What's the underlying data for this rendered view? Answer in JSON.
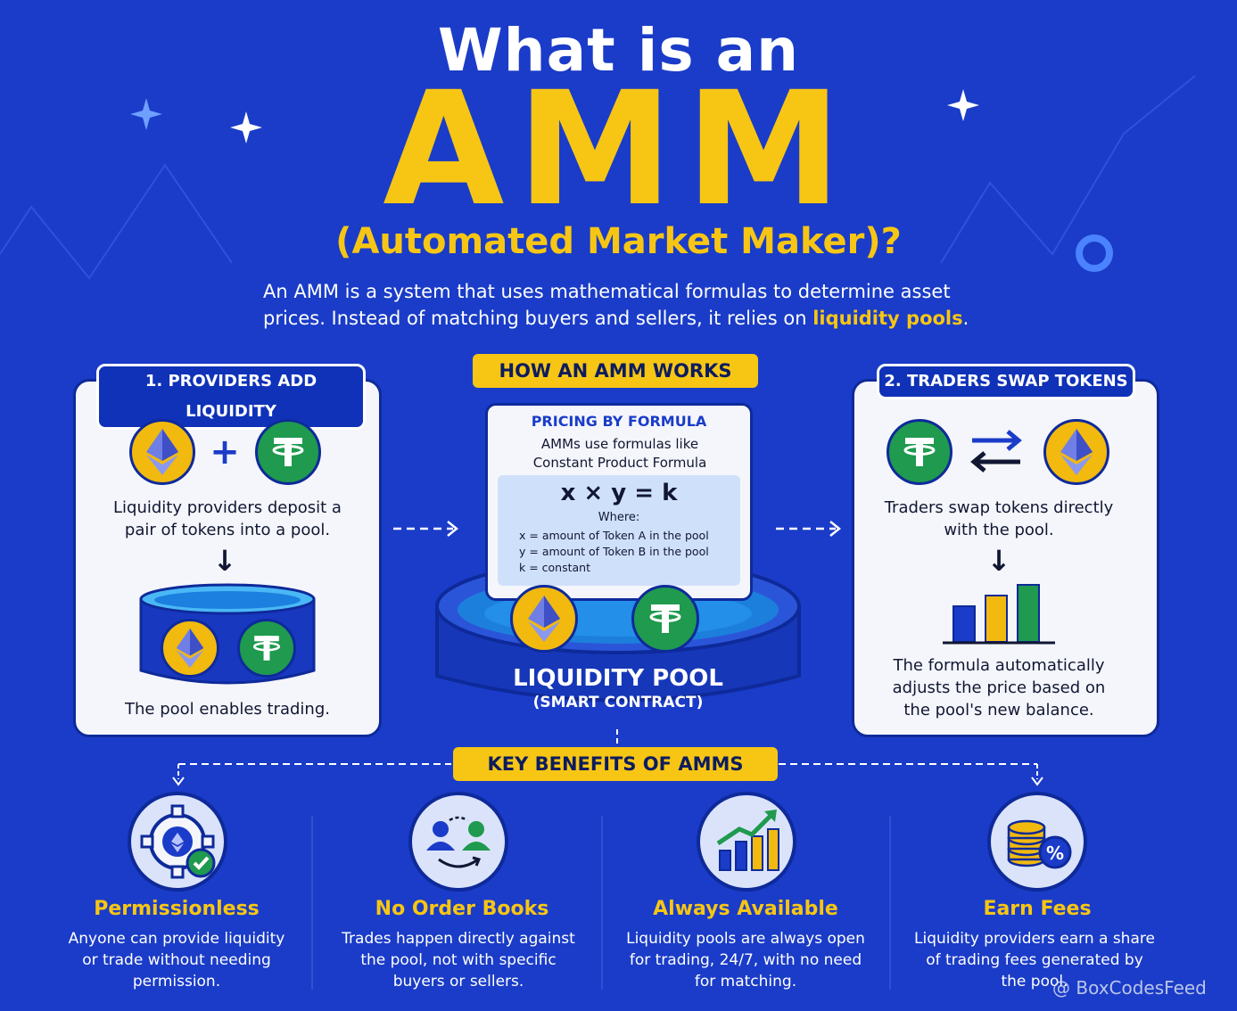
{
  "header": {
    "title_top": "What is an",
    "title_main": "AMM",
    "title_sub": "(Automated Market Maker)?",
    "intro_before": "An AMM is a system that uses mathematical formulas to determine asset prices. Instead of matching buyers and sellers, it relies on ",
    "intro_highlight": "liquidity pools",
    "intro_after": "."
  },
  "providers": {
    "tag": "1. PROVIDERS ADD LIQUIDITY",
    "plus": "+",
    "text": "Liquidity providers deposit a pair of tokens into a pool.",
    "arrow": "↓",
    "footer": "The pool enables trading."
  },
  "how": {
    "tag": "HOW AN AMM WORKS",
    "pricing_title": "PRICING BY FORMULA",
    "pricing_text": "AMMs use formulas like Constant Product Formula",
    "formula": "x × y = k",
    "where": "Where:",
    "def_x": "x = amount of Token A in the pool",
    "def_y": "y = amount of Token B in the pool",
    "def_k": "k = constant",
    "pool_title": "LIQUIDITY POOL",
    "pool_sub": "(SMART CONTRACT)"
  },
  "traders": {
    "tag": "2. TRADERS SWAP TOKENS",
    "text": "Traders swap tokens directly with the pool.",
    "arrow": "↓",
    "footer": "The formula automatically adjusts the price based on the pool's new balance."
  },
  "benefits": {
    "tag": "KEY BENEFITS OF AMMS",
    "items": [
      {
        "title": "Permissionless",
        "desc": "Anyone can provide liquidity or trade without needing permission.",
        "icon": "gear-check-icon"
      },
      {
        "title": "No Order Books",
        "desc": "Trades happen directly against the pool, not with specific buyers or sellers.",
        "icon": "users-swap-icon"
      },
      {
        "title": "Always Available",
        "desc": "Liquidity pools are always open for trading, 24/7, with no need for matching.",
        "icon": "chart-up-icon"
      },
      {
        "title": "Earn Fees",
        "desc": "Liquidity providers earn a share of trading fees generated by the pool.",
        "icon": "coins-percent-icon"
      }
    ]
  },
  "watermark": "@ BoxCodesFeed",
  "colors": {
    "background": "#1a3cc8",
    "accent": "#f7c614",
    "green": "#1f9a4e",
    "navy": "#0e2a9a"
  }
}
